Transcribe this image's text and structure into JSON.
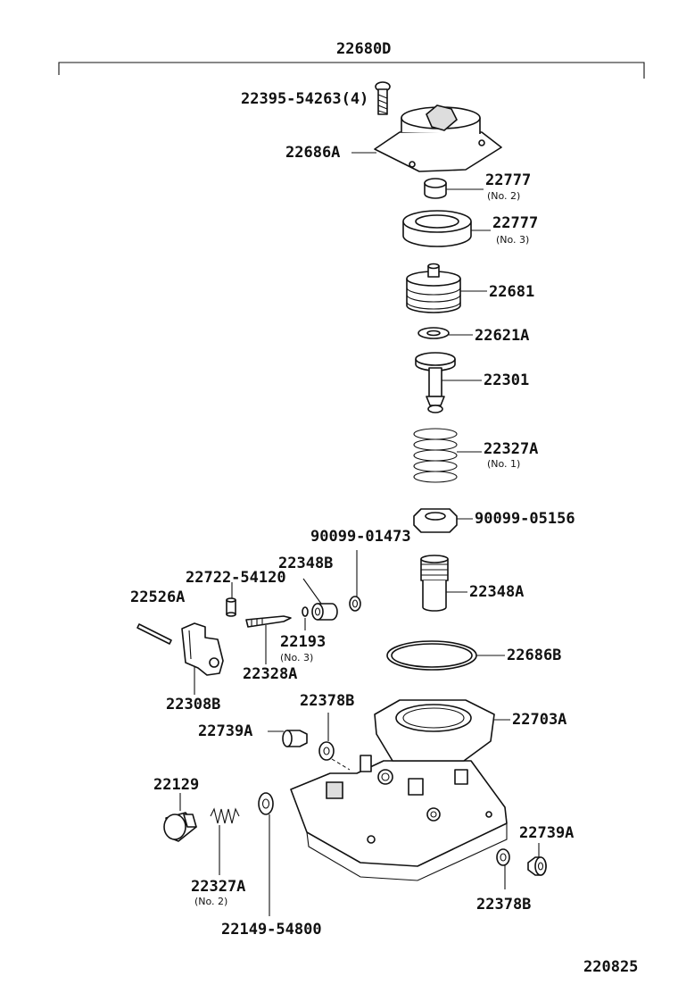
{
  "assembly_label": "22680D",
  "figure_code": "220825",
  "parts": {
    "bolt": {
      "label": "22395-54263(4)"
    },
    "cover": {
      "label": "22686A"
    },
    "bearing_small": {
      "label": "22777",
      "note": "(No. 2)"
    },
    "bearing_ring": {
      "label": "22777",
      "note": "(No. 3)"
    },
    "piston": {
      "label": "22681"
    },
    "washer": {
      "label": "22621A"
    },
    "valve": {
      "label": "22301"
    },
    "spring_main": {
      "label": "22327A",
      "note": "(No. 1)"
    },
    "nut": {
      "label": "90099-05156"
    },
    "ring_small": {
      "label": "90099-01473"
    },
    "holder_small": {
      "label": "22348B"
    },
    "seal": {
      "label": "22722-54120"
    },
    "pin": {
      "label": "22526A"
    },
    "oring": {
      "label": "22193",
      "note": "(No. 3)"
    },
    "screw_pin": {
      "label": "22328A"
    },
    "holder": {
      "label": "22348A"
    },
    "gasket": {
      "label": "22686B"
    },
    "lever": {
      "label": "22308B"
    },
    "washer_upper": {
      "label": "22378B"
    },
    "housing": {
      "label": "22703A"
    },
    "plug_left": {
      "label": "22739A"
    },
    "plug_cap": {
      "label": "22129"
    },
    "plug_right": {
      "label": "22739A"
    },
    "spring_small": {
      "label": "22327A",
      "note": "(No. 2)"
    },
    "washer_lower": {
      "label": "22378B"
    },
    "gasket_small": {
      "label": "22149-54800"
    }
  }
}
